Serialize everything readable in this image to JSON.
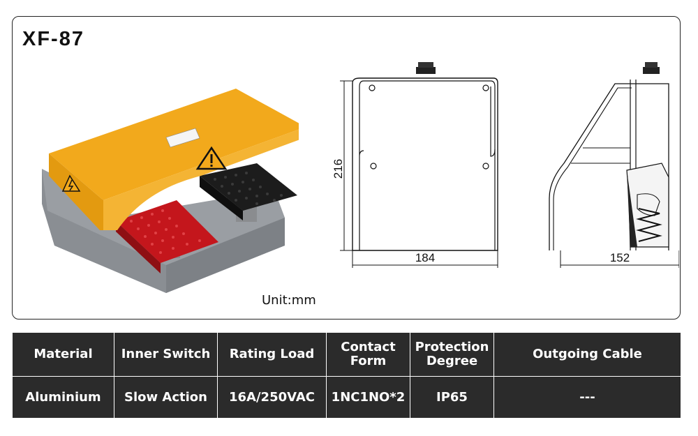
{
  "product": {
    "model": "XF-87",
    "unit_note": "Unit:mm"
  },
  "dimensions": {
    "height": "216",
    "width": "184",
    "depth": "152"
  },
  "specs": {
    "headers": [
      "Material",
      "Inner Switch",
      "Rating Load",
      "Contact Form",
      "Protection Degree",
      "Outgoing Cable"
    ],
    "values": [
      "Aluminium",
      "Slow Action",
      "16A/250VAC",
      "1NC1NO*2",
      "IP65",
      "---"
    ]
  },
  "colors": {
    "cover_yellow": "#f2a91c",
    "pedal_red": "#c4161c",
    "pedal_black": "#1c1c1c",
    "base_grey": "#9a9ea3",
    "table_bg": "#2b2b2b"
  }
}
